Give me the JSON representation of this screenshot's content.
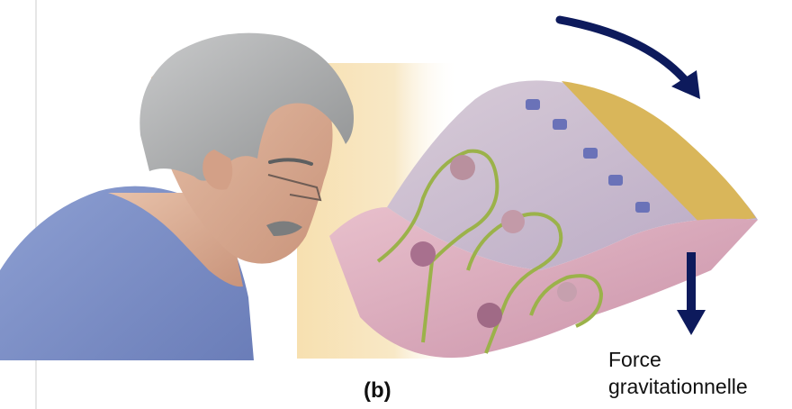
{
  "figure": {
    "panel_label": "(b)",
    "force_label": {
      "line1": "Force",
      "line2": "gravitationnelle"
    }
  },
  "icons": {
    "rotation_arrow": "curved-arrow-icon",
    "gravity_arrow": "arrow-down-icon"
  },
  "colors": {
    "arrow": "#0d1a5c",
    "shirt": "#7a8fc4",
    "hair": "#a7a9aa",
    "skin": "#e0b39a",
    "tissue": "#d8a7b8",
    "otolith_crystals": "#d9b65a",
    "background_glow": "#f5dcac"
  }
}
